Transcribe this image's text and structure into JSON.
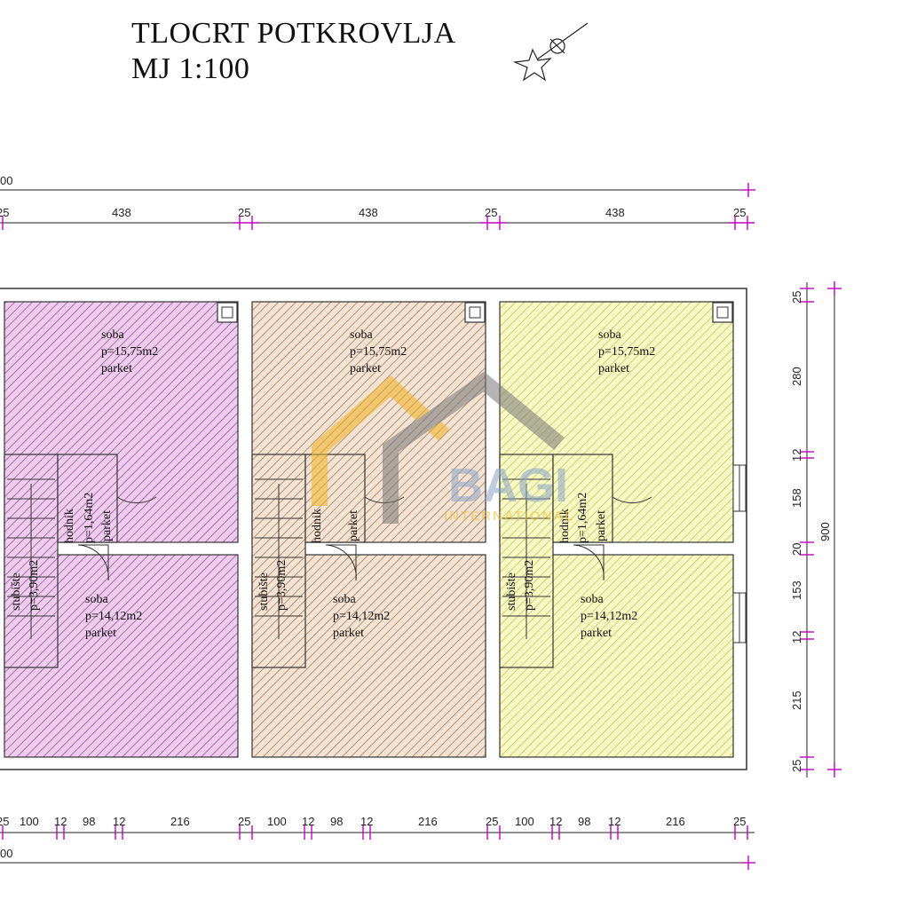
{
  "title": {
    "line1": "TLOCRT POTKROVLJA",
    "line2": "MJ 1:100"
  },
  "watermark": {
    "text1": "BAGI",
    "text2": "INTERNATIONAL"
  },
  "colors": {
    "unit1": "#c87fc8",
    "unit2": "#c99a72",
    "unit3": "#d9de62",
    "walls": "#333333",
    "dim_marker": "#c000c0"
  },
  "top_dims": {
    "overall": "00",
    "segments": [
      "25",
      "438",
      "25",
      "438",
      "25",
      "438",
      "25"
    ]
  },
  "bottom_dims": {
    "overall": "00",
    "segments": [
      "25",
      "100",
      "12",
      "98",
      "12",
      "216",
      "25",
      "100",
      "12",
      "98",
      "12",
      "216",
      "25",
      "100",
      "12",
      "98",
      "12",
      "216",
      "25"
    ]
  },
  "right_dims": {
    "overall": "900",
    "segments": [
      "25",
      "280",
      "12",
      "158",
      "20",
      "153",
      "12",
      "215",
      "25"
    ]
  },
  "units": [
    {
      "room_top": {
        "name": "soba",
        "area": "p=15,75m2",
        "floor": "parket"
      },
      "hall": {
        "name": "hodnik",
        "area": "p=1,64m2",
        "floor": "parket"
      },
      "stairs": {
        "name": "stubište",
        "area": "p=3,90m2"
      },
      "room_bottom": {
        "name": "soba",
        "area": "p=14,12m2",
        "floor": "parket"
      }
    },
    {
      "room_top": {
        "name": "soba",
        "area": "p=15,75m2",
        "floor": "parket"
      },
      "hall": {
        "name": "hodnik",
        "area": "",
        "floor": "parket"
      },
      "stairs": {
        "name": "stubište",
        "area": "p=3,90m2"
      },
      "room_bottom": {
        "name": "soba",
        "area": "p=14,12m2",
        "floor": "parket"
      }
    },
    {
      "room_top": {
        "name": "soba",
        "area": "p=15,75m2",
        "floor": "parket"
      },
      "hall": {
        "name": "hodnik",
        "area": "p=1,64m2",
        "floor": "parket"
      },
      "stairs": {
        "name": "stubište",
        "area": "p=3,90m2"
      },
      "room_bottom": {
        "name": "soba",
        "area": "p=14,12m2",
        "floor": "parket"
      }
    }
  ]
}
